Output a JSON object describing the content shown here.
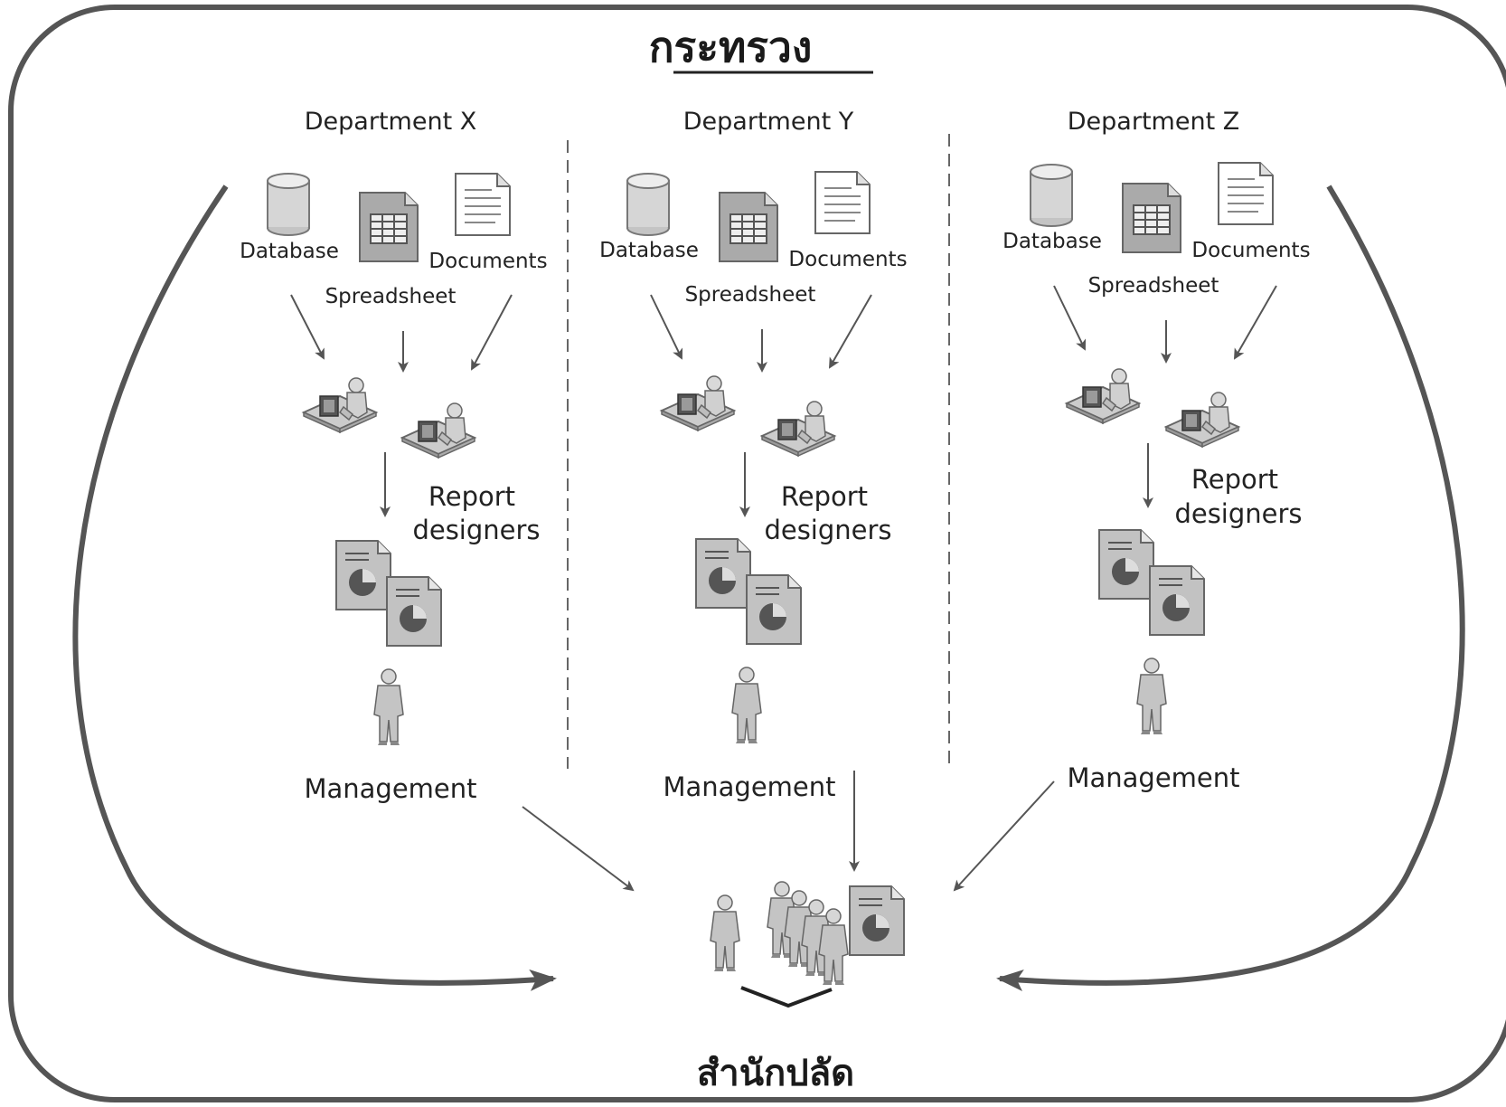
{
  "title": "กระทรวง",
  "footer": "สำนักปลัด",
  "departments": [
    {
      "name": "Department X",
      "database": "Database",
      "spreadsheet": "Spreadsheet",
      "documents": "Documents",
      "report_designers": [
        "Report",
        "designers"
      ],
      "management": "Management"
    },
    {
      "name": "Department Y",
      "database": "Database",
      "spreadsheet": "Spreadsheet",
      "documents": "Documents",
      "report_designers": [
        "Report",
        "designers"
      ],
      "management": "Management"
    },
    {
      "name": "Department Z",
      "database": "Database",
      "spreadsheet": "Spreadsheet",
      "documents": "Documents",
      "report_designers": [
        "Report",
        "designers"
      ],
      "management": "Management"
    }
  ],
  "icons": [
    "database-icon",
    "spreadsheet-icon",
    "document-icon",
    "workstation-user-icon",
    "report-icon",
    "person-icon",
    "group-icon"
  ],
  "colors": {
    "frame": "#555555",
    "arrow": "#555555",
    "icon_fill": "#bdbdbd",
    "icon_dark": "#555555"
  }
}
